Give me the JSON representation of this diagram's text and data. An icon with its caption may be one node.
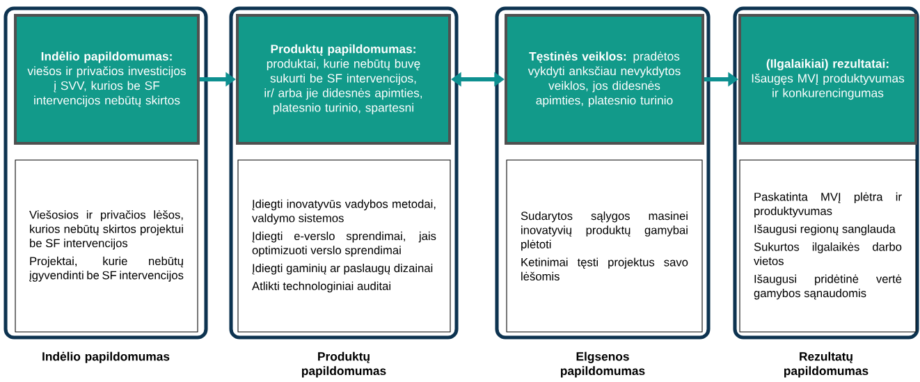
{
  "diagram": {
    "nodes": [
      {
        "text": [
          "Indėlio papildomumas"
        ]
      },
      {
        "text": [
          "**Indėlio papildomumas:** viešos ir privačios investicijos į SVV, kurios be SF intervencijos nebūtų skirtos"
        ],
        "in": 0
      },
      {
        "text": [
          "Viešosios ir privačios lėšos, kurios nebūtų skirtos projektui be SF intervencijos",
          "Projektai, kurie nebūtų įgyvendinti be SF intervencijos"
        ],
        "in": 0
      },
      {
        "text": [
          "Produktų papildomumas"
        ]
      },
      {
        "text": [
          "**Produktų papildomumas:** produktai, kurie nebūtų buvę sukurti be SF intervencijos, ir/ arba jie didesnės apimties, platesnio turinio, spartesni"
        ],
        "in": 3
      },
      {
        "text": [
          "Įdiegti inovatyvūs vadybos metodai, valdymo sistemos",
          "Įdiegti e-verslo sprendimai, jais optimizuoti verslo sprendimai",
          "Įdiegti gaminių ar paslaugų dizainai",
          "Atlikti technologiniai auditai"
        ],
        "in": 3
      },
      {
        "text": [
          "Elgsenos papildomumas"
        ]
      },
      {
        "text": [
          "**Tęstinės veiklos:** pradėtos vykdyti anksčiau nevykdytos veiklos, jos didesnės apimties, platesnio turinio"
        ],
        "in": 6
      },
      {
        "text": [
          "Sudarytos sąlygos masinei inovatyvių produktų gamybai plėtoti",
          "Ketinimai tęsti projektus savo lėšomis"
        ],
        "in": 6
      },
      {
        "text": [
          "Rezultatų papildomumas"
        ]
      },
      {
        "text": [
          "**(Ilgalaikiai) rezultatai:** Išaugęs MVĮ produktyvumas ir konkurencingumas"
        ],
        "in": 9
      },
      {
        "text": [
          "Paskatinta MVĮ plėtra ir produktyvumas",
          "Išaugusi regionų sanglauda",
          "Sukurtos ilgalaikės darbo vietos",
          "Išaugusi pridėtinė vertė gamybos sąnaudomis"
        ],
        "in": 9
      }
    ],
    "edges": [
      {
        "from": 1,
        "to": 4,
        "arrow": "to"
      },
      {
        "from": 4,
        "to": 7,
        "arrow": "both"
      },
      {
        "from": 7,
        "to": 10,
        "arrow": "to"
      }
    ]
  }
}
